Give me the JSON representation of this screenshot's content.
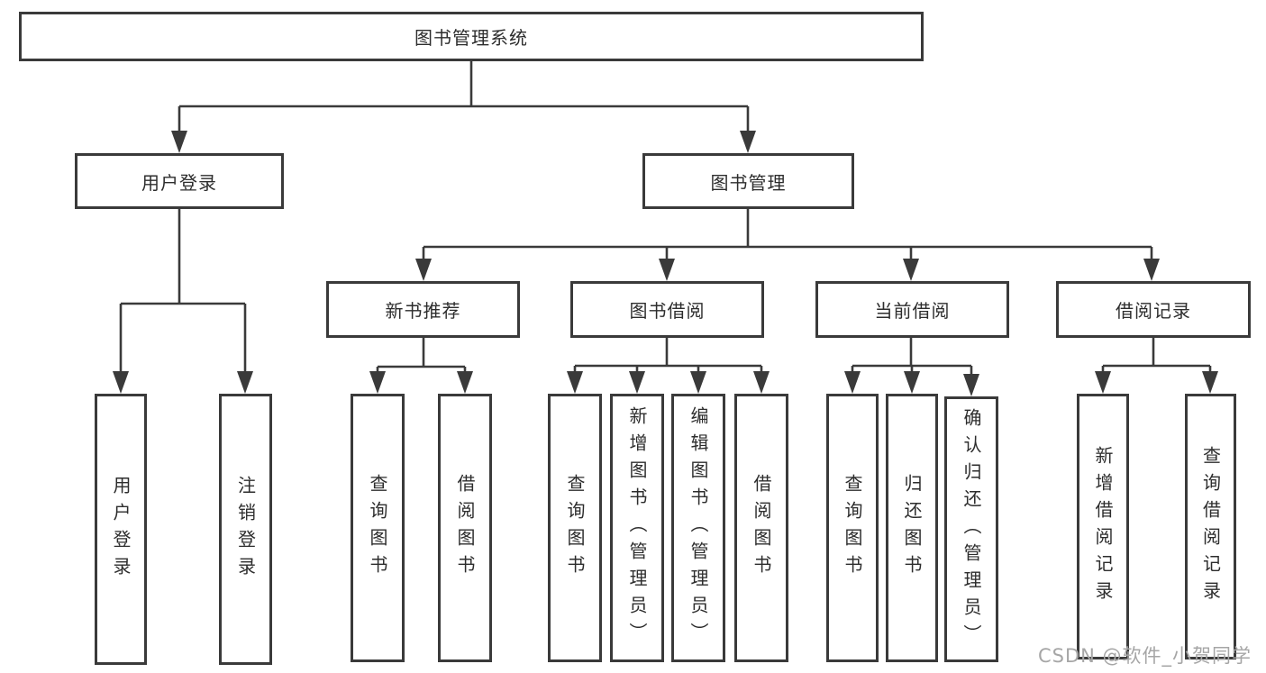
{
  "diagram": {
    "root": {
      "label": "图书管理系统"
    },
    "level2": [
      {
        "label": "用户登录"
      },
      {
        "label": "图书管理"
      }
    ],
    "level3": [
      {
        "label": "新书推荐"
      },
      {
        "label": "图书借阅"
      },
      {
        "label": "当前借阅"
      },
      {
        "label": "借阅记录"
      }
    ],
    "leaves": {
      "user_login": [
        "用户登录",
        "注销登录"
      ],
      "new_book": [
        "查询图书",
        "借阅图书"
      ],
      "borrow": [
        "查询图书",
        "新增图书（管理员）",
        "编辑图书（管理员）",
        "借阅图书"
      ],
      "current": [
        "查询图书",
        "归还图书",
        "确认归还（管理员）"
      ],
      "records": [
        "新增借阅记录",
        "查询借阅记录"
      ]
    }
  },
  "watermark": "CSDN @软件_小贺同学",
  "colors": {
    "line": "#3a3a3a",
    "text": "#2d2d2d",
    "watermark": "#a6a6a6",
    "background": "#ffffff"
  }
}
